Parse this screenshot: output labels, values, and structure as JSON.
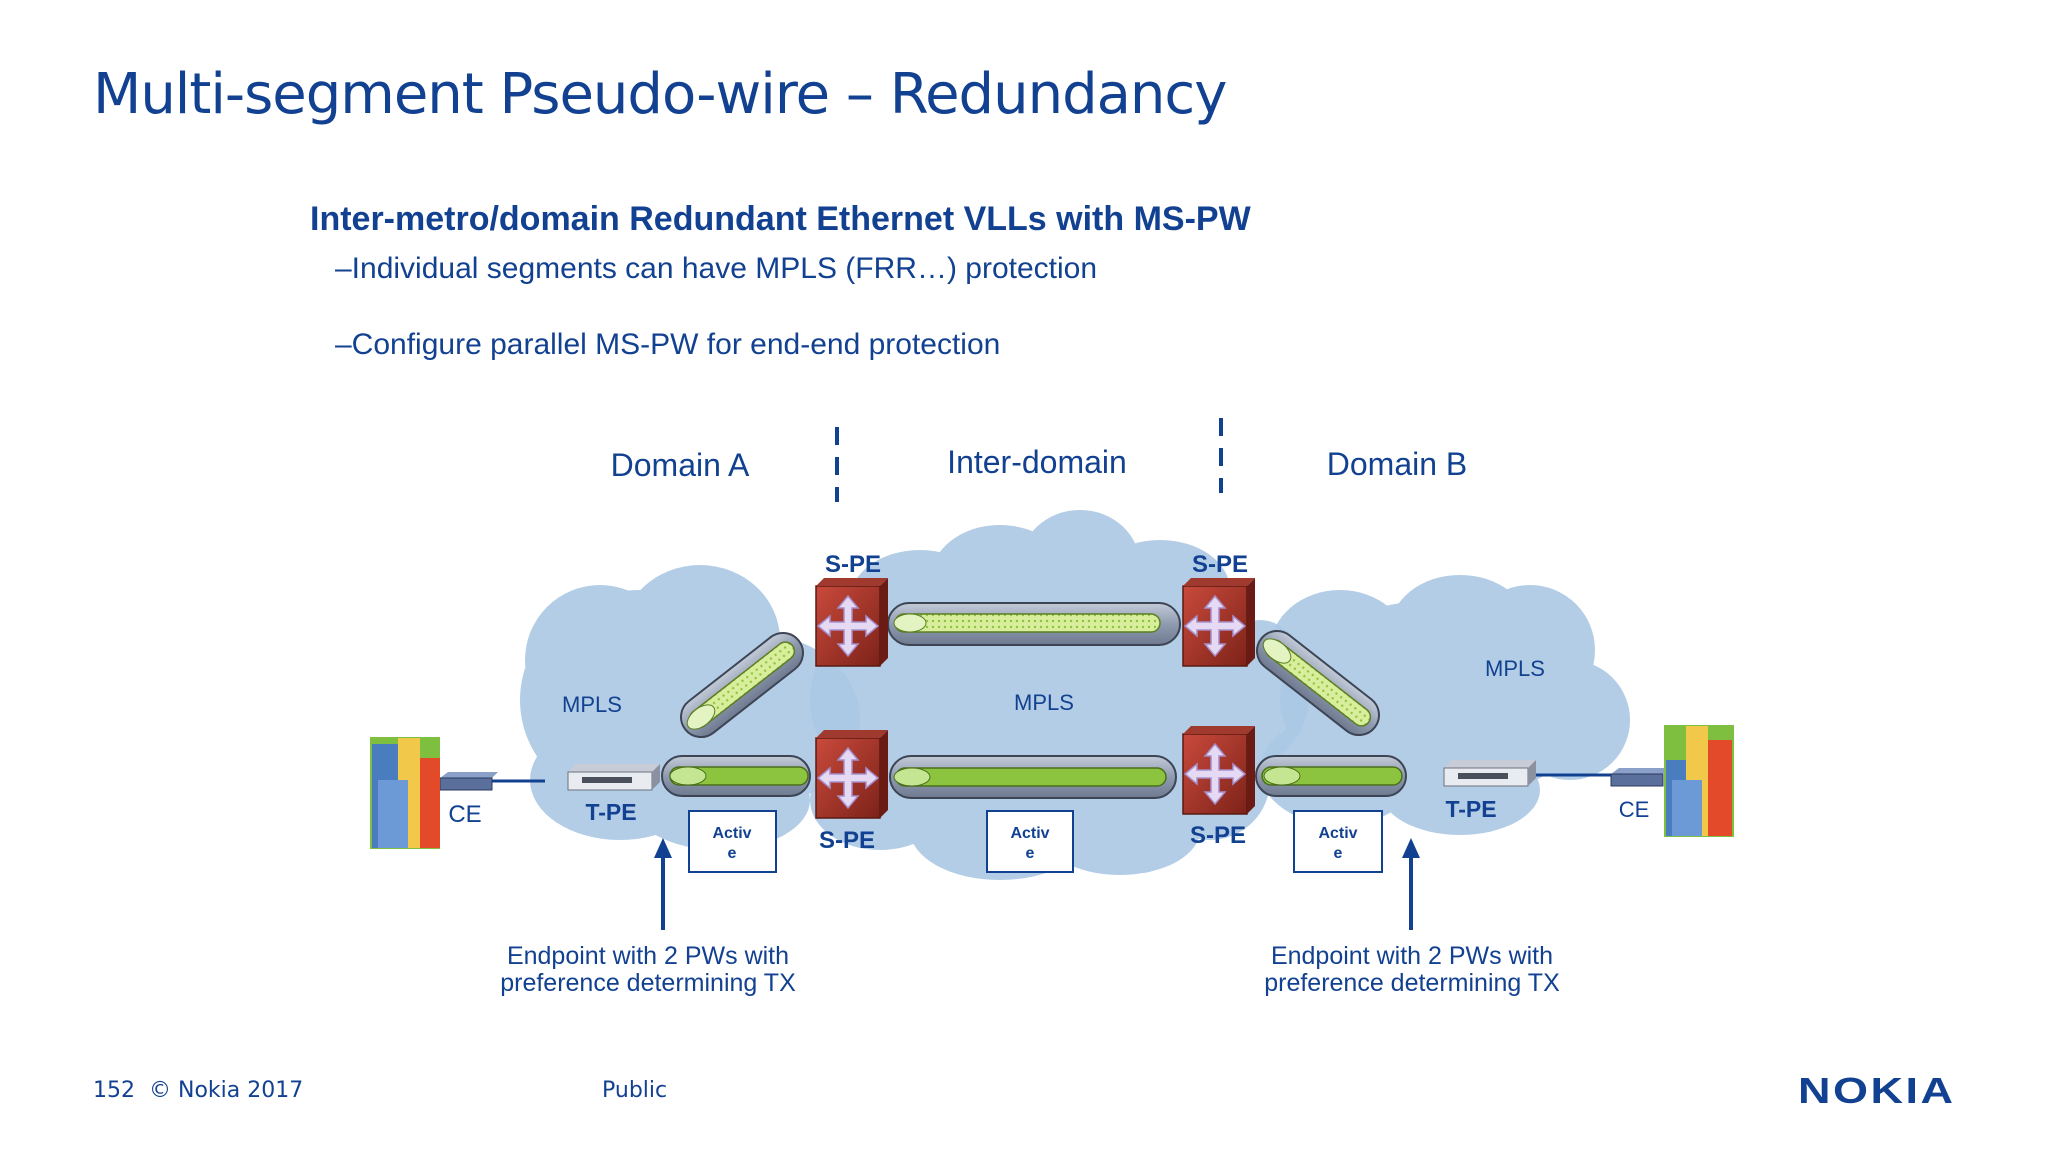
{
  "title": "Multi-segment Pseudo-wire – Redundancy",
  "subheading": "Inter-metro/domain Redundant Ethernet VLLs with MS-PW",
  "bullets": [
    "–Individual segments can have MPLS (FRR…) protection",
    "–Configure parallel MS-PW for end-end protection"
  ],
  "diagram": {
    "domains": [
      "Domain A",
      "Inter-domain",
      "Domain B"
    ],
    "mpls_labels": [
      "MPLS",
      "MPLS",
      "MPLS"
    ],
    "spe_labels": [
      "S-PE",
      "S-PE",
      "S-PE",
      "S-PE"
    ],
    "tpe_labels": [
      "T-PE",
      "T-PE"
    ],
    "ce_labels": [
      "CE",
      "CE"
    ],
    "active_labels": [
      "Activ\ne",
      "Activ\ne",
      "Activ\ne"
    ],
    "endpoint_notes": [
      [
        "Endpoint with 2 PWs with",
        "preference determining TX"
      ],
      [
        "Endpoint with 2 PWs with",
        "preference determining TX"
      ]
    ],
    "colors": {
      "cloud": "#a9c7e3",
      "tube": "#9aa6b8",
      "pw": "#8cc43f",
      "accent": "#124191"
    }
  },
  "footer": {
    "page": "152",
    "copyright": "© Nokia 2017",
    "classification": "Public"
  },
  "logo_text": "NOKIA"
}
